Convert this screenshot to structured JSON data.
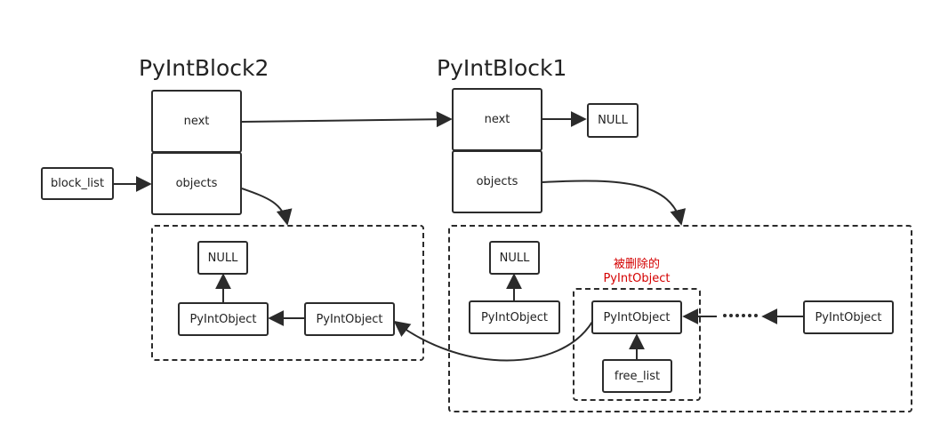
{
  "block2": {
    "title": "PyIntBlock2",
    "next": "next",
    "objects": "objects"
  },
  "block1": {
    "title": "PyIntBlock1",
    "next": "next",
    "objects": "objects"
  },
  "block_list": "block_list",
  "null_next": "NULL",
  "block2_objects": {
    "null": "NULL",
    "obj_a": "PyIntObject",
    "obj_b": "PyIntObject"
  },
  "block1_objects": {
    "null": "NULL",
    "obj_a": "PyIntObject",
    "deleted_note_line1": "被删除的",
    "deleted_note_line2": "PyIntObject",
    "deleted_obj": "PyIntObject",
    "free_list": "free_list",
    "obj_end": "PyIntObject"
  },
  "colors": {
    "line": "#2b2b2b",
    "note": "#d40000"
  }
}
